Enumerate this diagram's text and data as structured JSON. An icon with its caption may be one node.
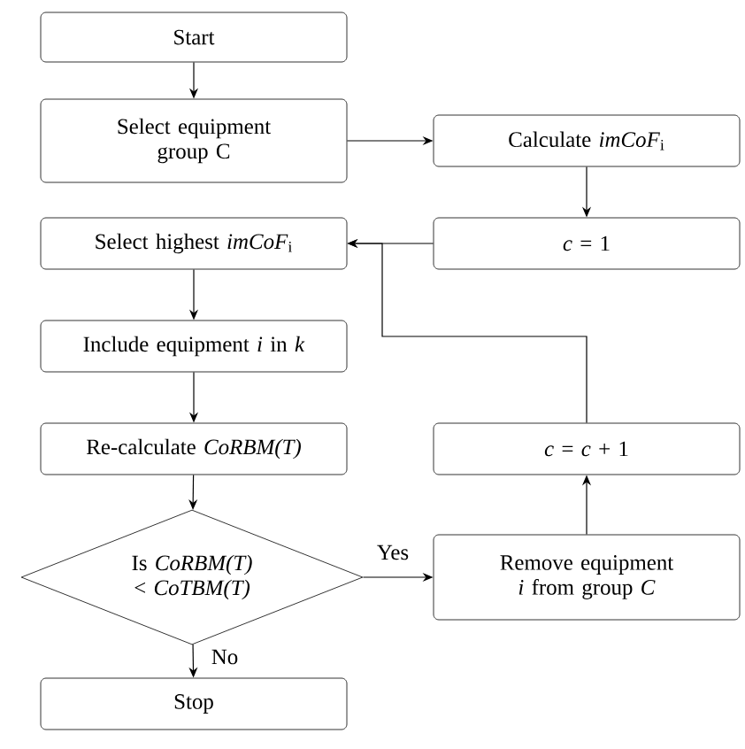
{
  "diagram": {
    "nodes": [
      {
        "text": [
          "Start"
        ]
      },
      {
        "text": [
          "Select equipment group C"
        ]
      },
      {
        "text": [
          "Calculate *imCoF*$_{i}$"
        ]
      },
      {
        "text": [
          "*c* = 1"
        ]
      },
      {
        "text": [
          "Select highest *imCoF*$_{i}$"
        ]
      },
      {
        "text": [
          "Include equipment *i* in *k*"
        ]
      },
      {
        "text": [
          "Re-calculate *CoRBM(T)*"
        ]
      },
      {
        "text": [
          "Is *CoRBM(T)* < *CoTBM(T)*"
        ]
      },
      {
        "text": [
          "Remove equipment *i* from group *C*"
        ]
      },
      {
        "text": [
          "*c* = *c* + 1"
        ]
      },
      {
        "text": [
          "Stop"
        ]
      }
    ],
    "edges": [
      {
        "from": 0,
        "to": 1,
        "arrow": "to"
      },
      {
        "from": 1,
        "to": 2,
        "arrow": "to"
      },
      {
        "from": 2,
        "to": 3,
        "arrow": "to"
      },
      {
        "from": 3,
        "to": 4,
        "arrow": "to"
      },
      {
        "from": 4,
        "to": 5,
        "arrow": "to"
      },
      {
        "from": 5,
        "to": 6,
        "arrow": "to"
      },
      {
        "from": 6,
        "to": 7,
        "arrow": "to"
      },
      {
        "from": 7,
        "to": 8,
        "arrow": "to",
        "label": "Yes"
      },
      {
        "from": 7,
        "to": 10,
        "arrow": "to",
        "label": "No"
      },
      {
        "from": 8,
        "to": 9,
        "arrow": "to"
      },
      {
        "from": 9,
        "to": 4,
        "arrow": "to"
      }
    ]
  }
}
